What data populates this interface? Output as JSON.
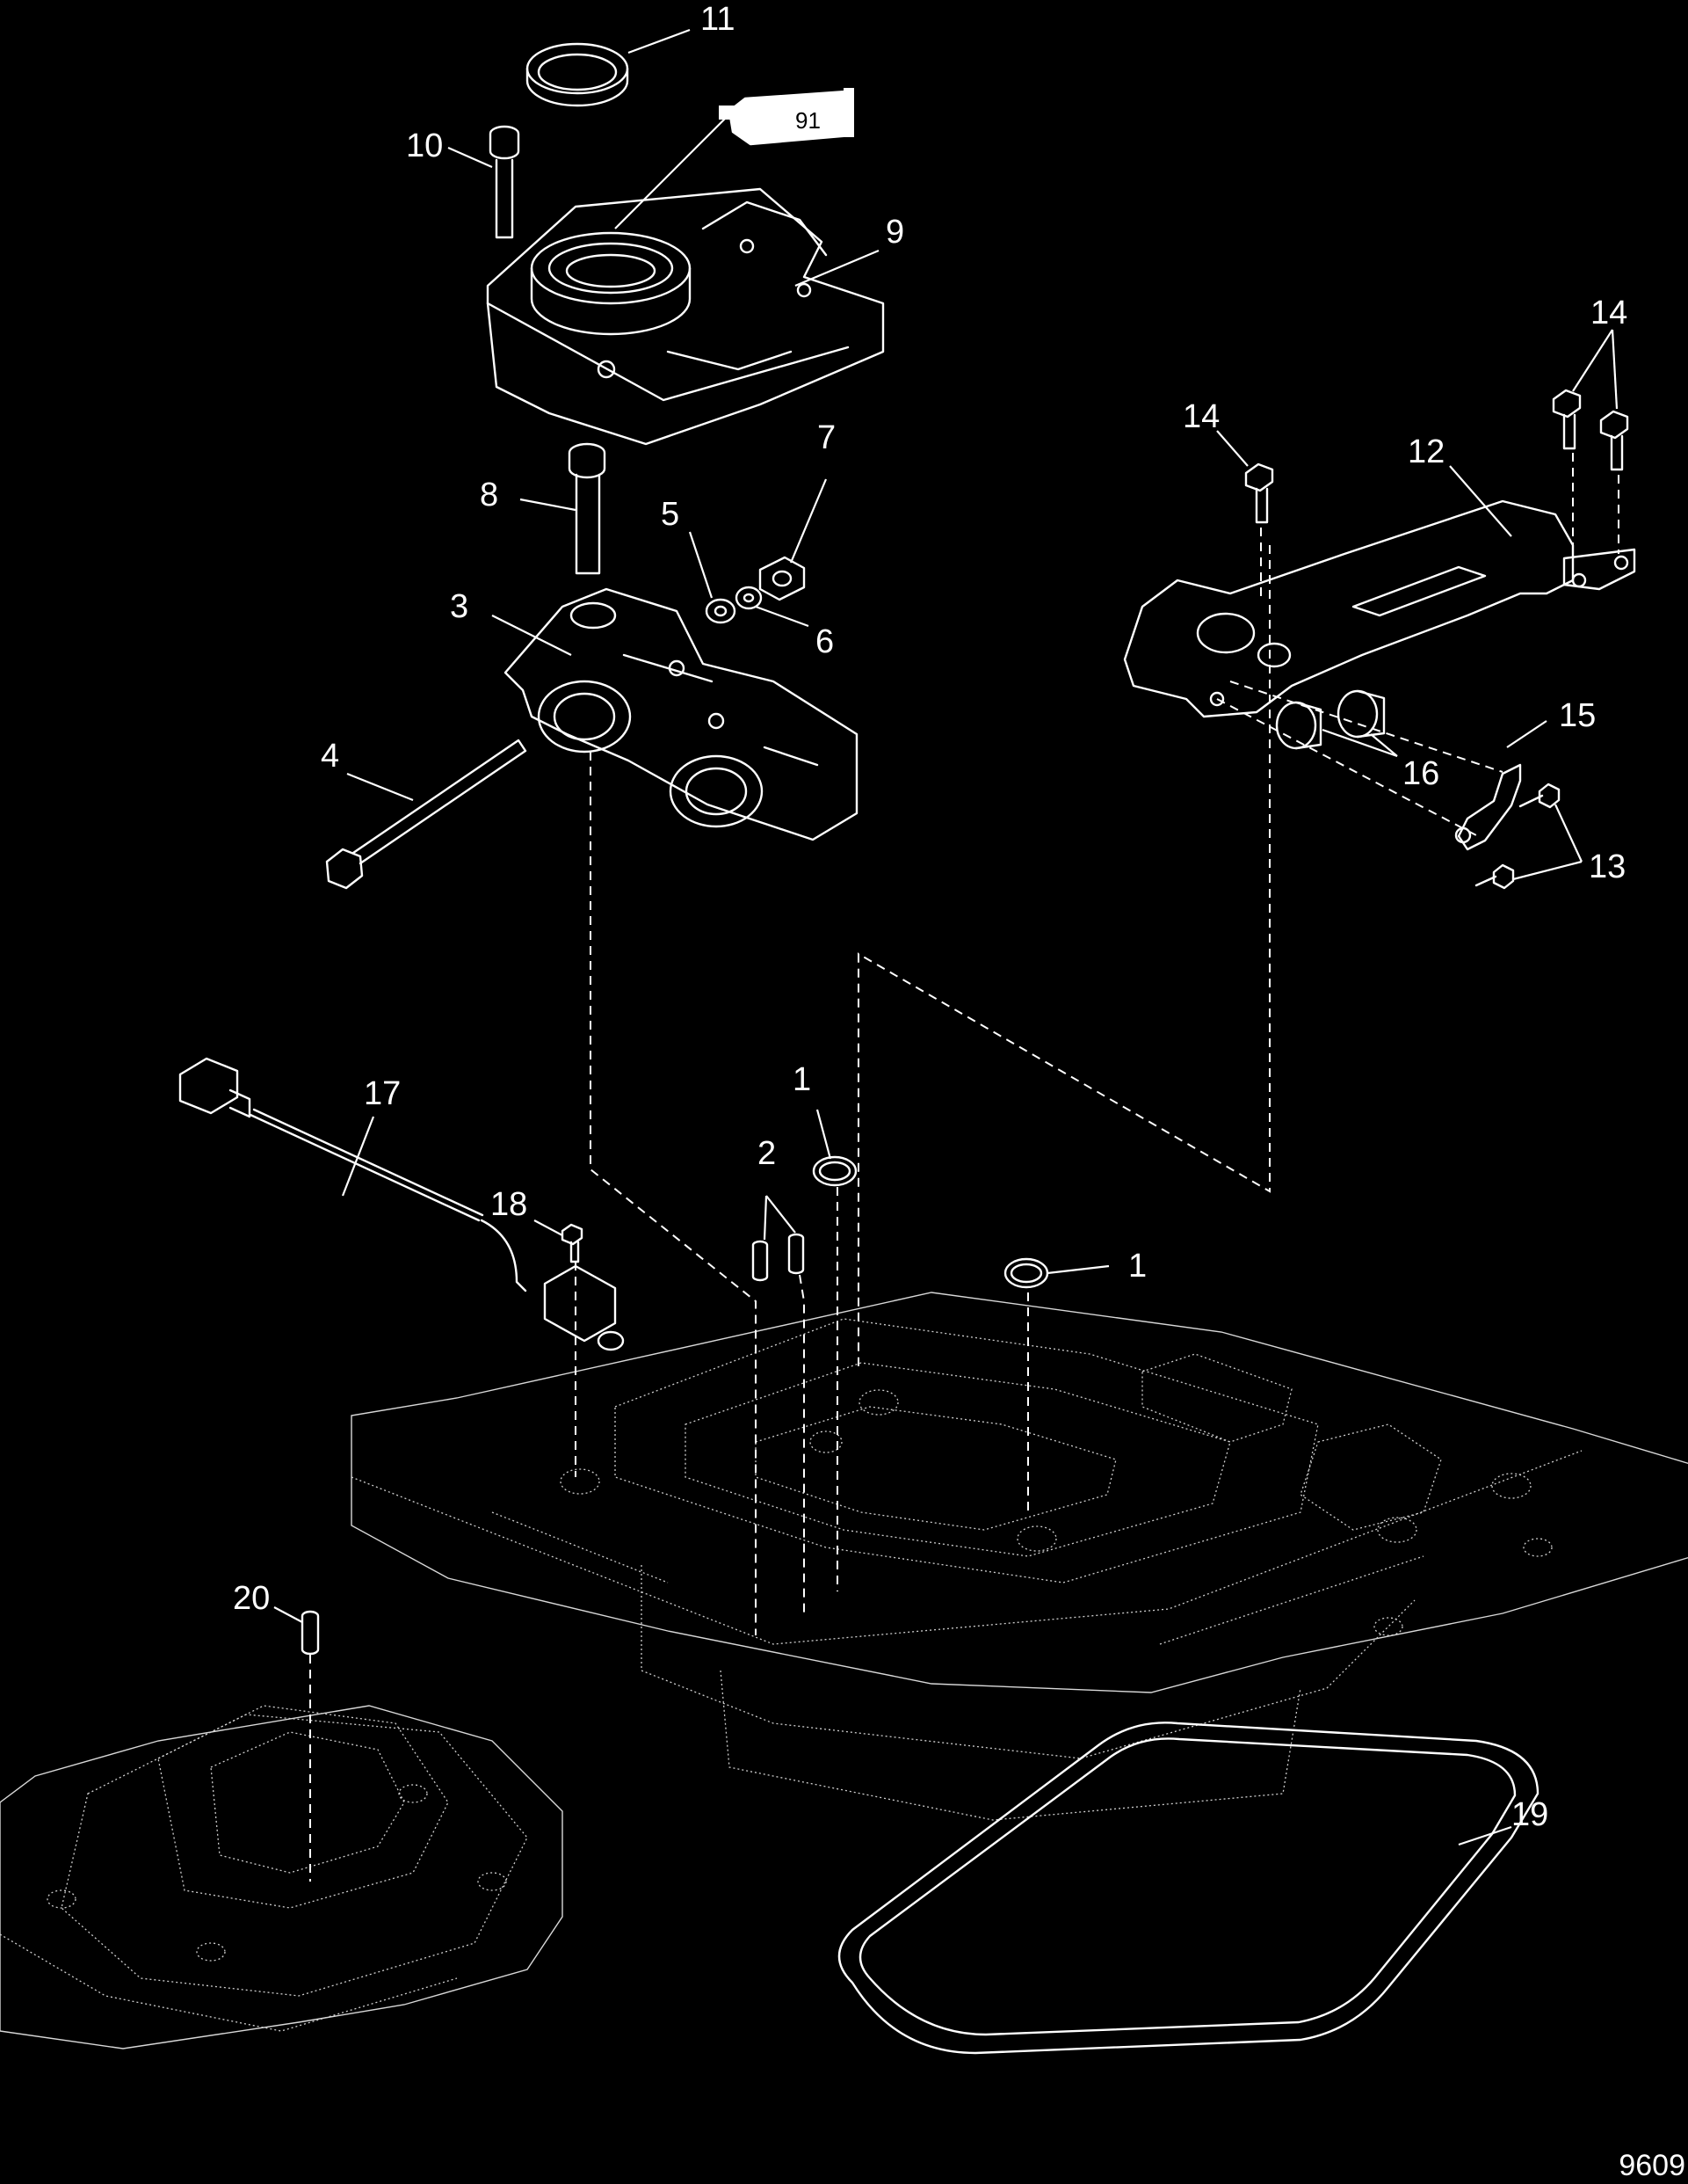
{
  "callouts": {
    "c1a": "1",
    "c1b": "1",
    "c2": "2",
    "c3": "3",
    "c4": "4",
    "c5": "5",
    "c6": "6",
    "c7": "7",
    "c8": "8",
    "c9": "9",
    "c10": "10",
    "c11": "11",
    "c12": "12",
    "c13": "13",
    "c14a": "14",
    "c14b": "14",
    "c15": "15",
    "c16": "16",
    "c17": "17",
    "c18": "18",
    "c19": "19",
    "c20": "20"
  },
  "sealant_tube_label": "91",
  "figure_number": "9609",
  "colors": {
    "background": "#000000",
    "line": "#ffffff"
  }
}
